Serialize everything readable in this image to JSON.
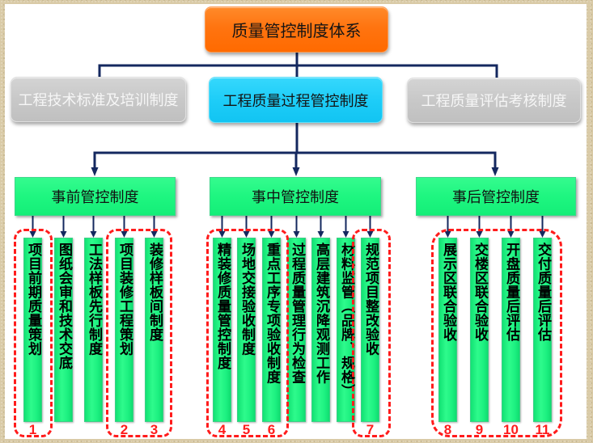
{
  "root": {
    "label": "质量管控制度体系"
  },
  "categories": [
    {
      "label": "工程技术标准及培训制度",
      "highlighted": false
    },
    {
      "label": "工程质量过程管控制度",
      "highlighted": true
    },
    {
      "label": "工程质量评估考核制度",
      "highlighted": false
    }
  ],
  "phases": [
    {
      "label": "事前管控制度",
      "items": [
        {
          "label": "项目前期质量策划",
          "marker": "1"
        },
        {
          "label": "图纸会审和技术交底",
          "marker": null
        },
        {
          "label": "工法样板先行制度",
          "marker": null
        },
        {
          "label": "项目装修工程策划",
          "marker": "2"
        },
        {
          "label": "装修样板间制度",
          "marker": "3"
        }
      ]
    },
    {
      "label": "事中管控制度",
      "items": [
        {
          "label": "精装修质量管控制度",
          "marker": "4"
        },
        {
          "label": "场地交接验收制度",
          "marker": "5"
        },
        {
          "label": "重点工序专项验收制度",
          "marker": "6"
        },
        {
          "label": "过程质量管理行为检查",
          "marker": null
        },
        {
          "label": "高层建筑沉降观测工作",
          "marker": null
        },
        {
          "label": "材料监管（品牌、规格）",
          "marker": null
        },
        {
          "label": "规范项目整改验收",
          "marker": "7"
        }
      ]
    },
    {
      "label": "事后管控制度",
      "items": [
        {
          "label": "展示区联合验收",
          "marker": "8"
        },
        {
          "label": "交楼区联合验收",
          "marker": "9"
        },
        {
          "label": "开盘质量后评估",
          "marker": "10"
        },
        {
          "label": "交付质量后评估",
          "marker": "11"
        }
      ]
    }
  ],
  "highlight_groups": [
    [
      "1"
    ],
    [
      "2",
      "3"
    ],
    [
      "4",
      "5",
      "6"
    ],
    [
      "7"
    ],
    [
      "8",
      "9",
      "10",
      "11"
    ]
  ],
  "colors": {
    "root": "#ff7410",
    "category_active": "#1ecdf8",
    "category_inactive": "#c8c8c8",
    "phase": "#1ef680",
    "item": "#1cf080",
    "connector": "#14285f",
    "highlight": "#ff1c1c",
    "background": "#d9caa6"
  }
}
